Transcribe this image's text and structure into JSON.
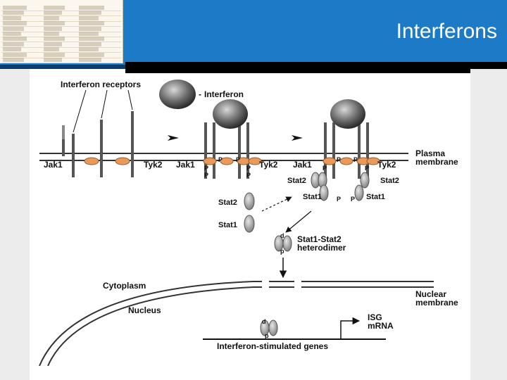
{
  "slide": {
    "title": "Interferons",
    "colors": {
      "banner": "#1c7ac6",
      "stripe": "#0a3e6e",
      "kinase": "#e79a5a",
      "stat": "#9a9a9a"
    }
  },
  "diagram": {
    "labels": {
      "interferon_receptors": "Interferon receptors",
      "interferon": "Interferon",
      "jak1": "Jak1",
      "tyk2": "Tyk2",
      "plasma_membrane_1": "Plasma",
      "plasma_membrane_2": "membrane",
      "stat1": "Stat1",
      "stat2": "Stat2",
      "p": "P",
      "p_lower": "p",
      "d": "d",
      "heterodimer_1": "Stat1-Stat2",
      "heterodimer_2": "heterodimer",
      "cytoplasm": "Cytoplasm",
      "nucleus": "Nucleus",
      "nuclear_membrane_1": "Nuclear",
      "nuclear_membrane_2": "membrane",
      "isg_1": "ISG",
      "isg_2": "mRNA",
      "genes": "Interferon-stimulated genes",
      "dash": "-"
    }
  }
}
